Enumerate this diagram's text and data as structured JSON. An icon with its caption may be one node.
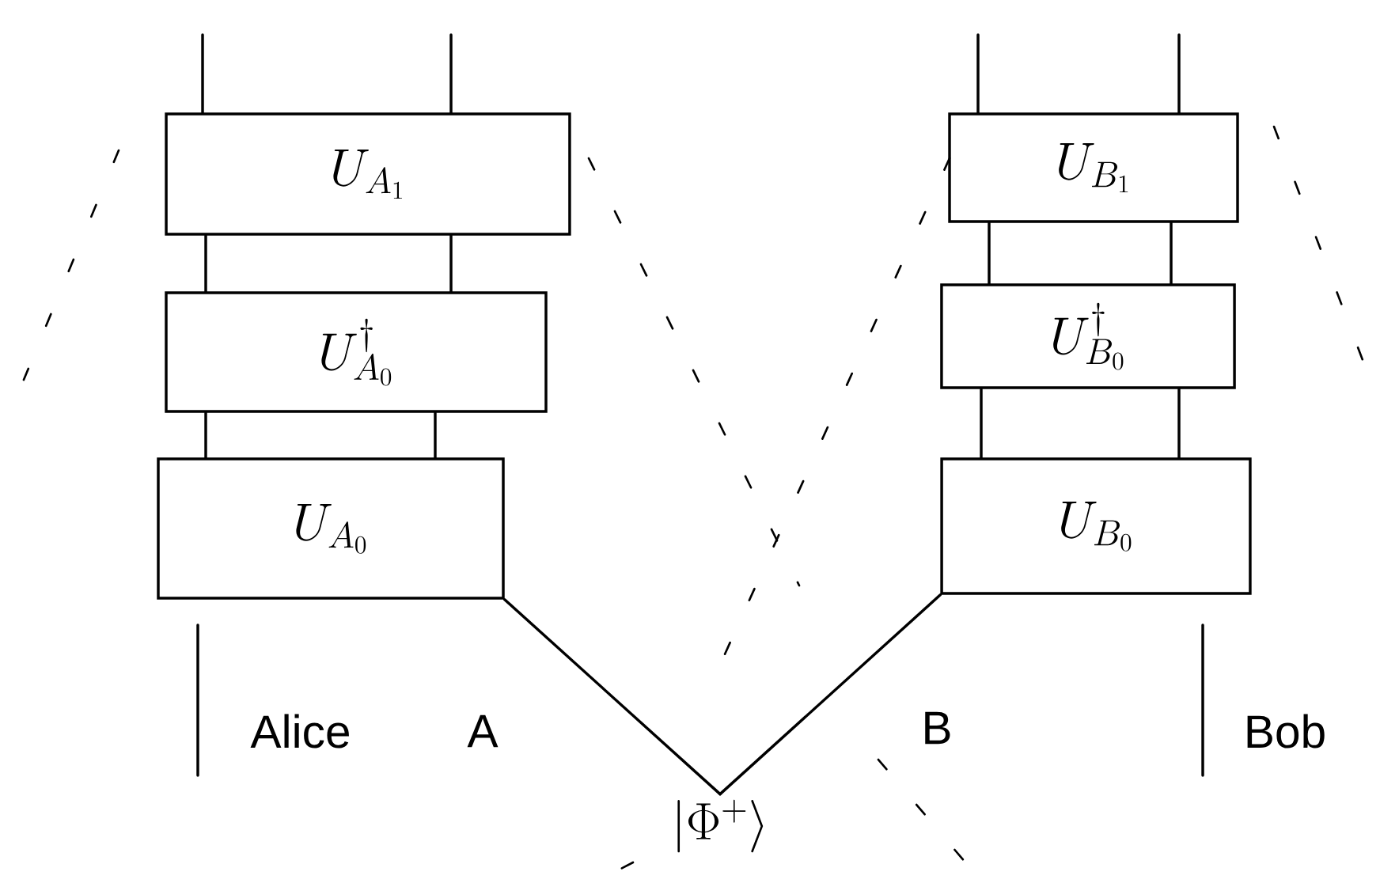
{
  "diagram": {
    "nodes": [
      {
        "text": [
          "U_{A_1}"
        ]
      },
      {
        "text": [
          "U_{A_0}^{\\dagger}"
        ]
      },
      {
        "text": [
          "U_{A_0}"
        ]
      },
      {
        "text": [
          "U_{B_1}"
        ]
      },
      {
        "text": [
          "U_{B_0}^{\\dagger}"
        ]
      },
      {
        "text": [
          "U_{B_0}"
        ]
      },
      {
        "text": [
          "|\\Phi^{+}\\rangle"
        ]
      }
    ],
    "edges": [
      {
        "from": null,
        "to": 0,
        "arrow": "none"
      },
      {
        "from": null,
        "to": 0,
        "arrow": "none"
      },
      {
        "from": 0,
        "to": 1,
        "arrow": "none"
      },
      {
        "from": 0,
        "to": 1,
        "arrow": "none"
      },
      {
        "from": 1,
        "to": 2,
        "arrow": "none"
      },
      {
        "from": 1,
        "to": 2,
        "arrow": "none"
      },
      {
        "from": null,
        "to": 3,
        "arrow": "none"
      },
      {
        "from": null,
        "to": 3,
        "arrow": "none"
      },
      {
        "from": 3,
        "to": 4,
        "arrow": "none"
      },
      {
        "from": 3,
        "to": 4,
        "arrow": "none"
      },
      {
        "from": 4,
        "to": 5,
        "arrow": "none"
      },
      {
        "from": 4,
        "to": 5,
        "arrow": "none"
      },
      {
        "from": 6,
        "to": 2,
        "arrow": "none",
        "label": "A"
      },
      {
        "from": 6,
        "to": 5,
        "arrow": "none",
        "label": "B"
      }
    ],
    "labels": [
      "Alice",
      "Bob"
    ]
  }
}
